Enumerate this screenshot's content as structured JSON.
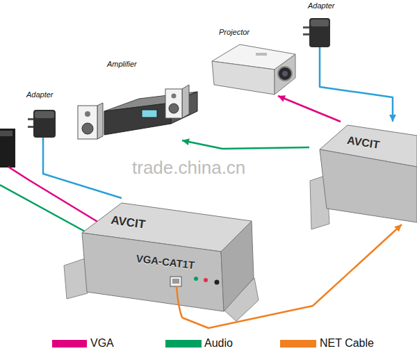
{
  "diagram": {
    "nodes": [
      {
        "text": [
          "Adapter"
        ]
      },
      {
        "text": [
          "Amplifier"
        ]
      },
      {
        "text": [
          "Projector"
        ]
      },
      {
        "text": [
          "Adapter"
        ]
      },
      {
        "text": [
          "AVCIT",
          "VGA-CAT1T"
        ]
      },
      {
        "text": [
          "AVCIT"
        ]
      }
    ],
    "edges": [
      {
        "from": 0,
        "to": 4,
        "arrow": "none"
      },
      {
        "from": 4,
        "to": 5,
        "arrow": "to"
      },
      {
        "from": 5,
        "to": 1,
        "arrow": "to"
      },
      {
        "from": 5,
        "to": 2,
        "arrow": "to"
      },
      {
        "from": 3,
        "to": 5,
        "arrow": "to"
      }
    ],
    "labels": [
      "trade.china.cn"
    ],
    "legend": [
      {
        "text": "VGA",
        "color": "#e0007f"
      },
      {
        "text": "Audio",
        "color": "#00a060"
      },
      {
        "text": "NET Cable",
        "color": "#f08020"
      }
    ]
  }
}
